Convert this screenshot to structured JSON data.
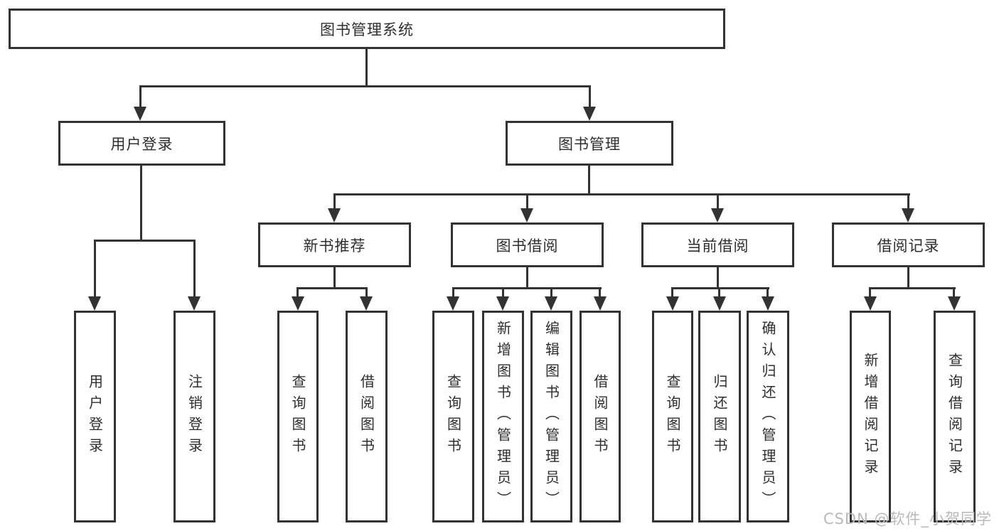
{
  "diagram": {
    "root": {
      "label": "图书管理系统"
    },
    "user_login": {
      "label": "用户登录",
      "children": [
        {
          "label": "用户登录"
        },
        {
          "label": "注销登录"
        }
      ]
    },
    "book_management": {
      "label": "图书管理",
      "sections": [
        {
          "label": "新书推荐",
          "children": [
            {
              "label": "查询图书"
            },
            {
              "label": "借阅图书"
            }
          ]
        },
        {
          "label": "图书借阅",
          "children": [
            {
              "label": "查询图书"
            },
            {
              "label": "新增图书（管理员）"
            },
            {
              "label": "编辑图书（管理员）"
            },
            {
              "label": "借阅图书"
            }
          ]
        },
        {
          "label": "当前借阅",
          "children": [
            {
              "label": "查询图书"
            },
            {
              "label": "归还图书"
            },
            {
              "label": "确认归还（管理员）"
            }
          ]
        },
        {
          "label": "借阅记录",
          "children": [
            {
              "label": "新增借阅记录"
            },
            {
              "label": "查询借阅记录"
            }
          ]
        }
      ]
    }
  },
  "watermark": "CSDN @软件_小贺同学",
  "colors": {
    "line": "#333333",
    "text": "#2e2e2e",
    "background": "#ffffff",
    "watermark": "#b9b9b9"
  }
}
